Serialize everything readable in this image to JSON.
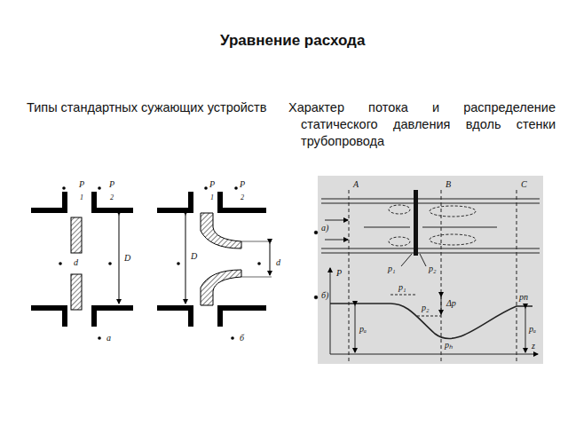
{
  "diagram": {
    "title": "Уравнение расхода",
    "labels": [
      "Типы стандартных сужающих устройств",
      "Характер потока и распределение статического давления вдоль стенки трубопровода",
      "P",
      "1",
      "P",
      "2",
      "D",
      "d",
      "а",
      "P",
      "1",
      "P",
      "2",
      "D",
      "d",
      "б",
      "A",
      "B",
      "C",
      "а)",
      "p₁",
      "p₂",
      "б)",
      "P",
      "p₁",
      "p₂",
      "Δp",
      "pₐ",
      "pₕ",
      "pп",
      "pₐ",
      "z"
    ]
  }
}
